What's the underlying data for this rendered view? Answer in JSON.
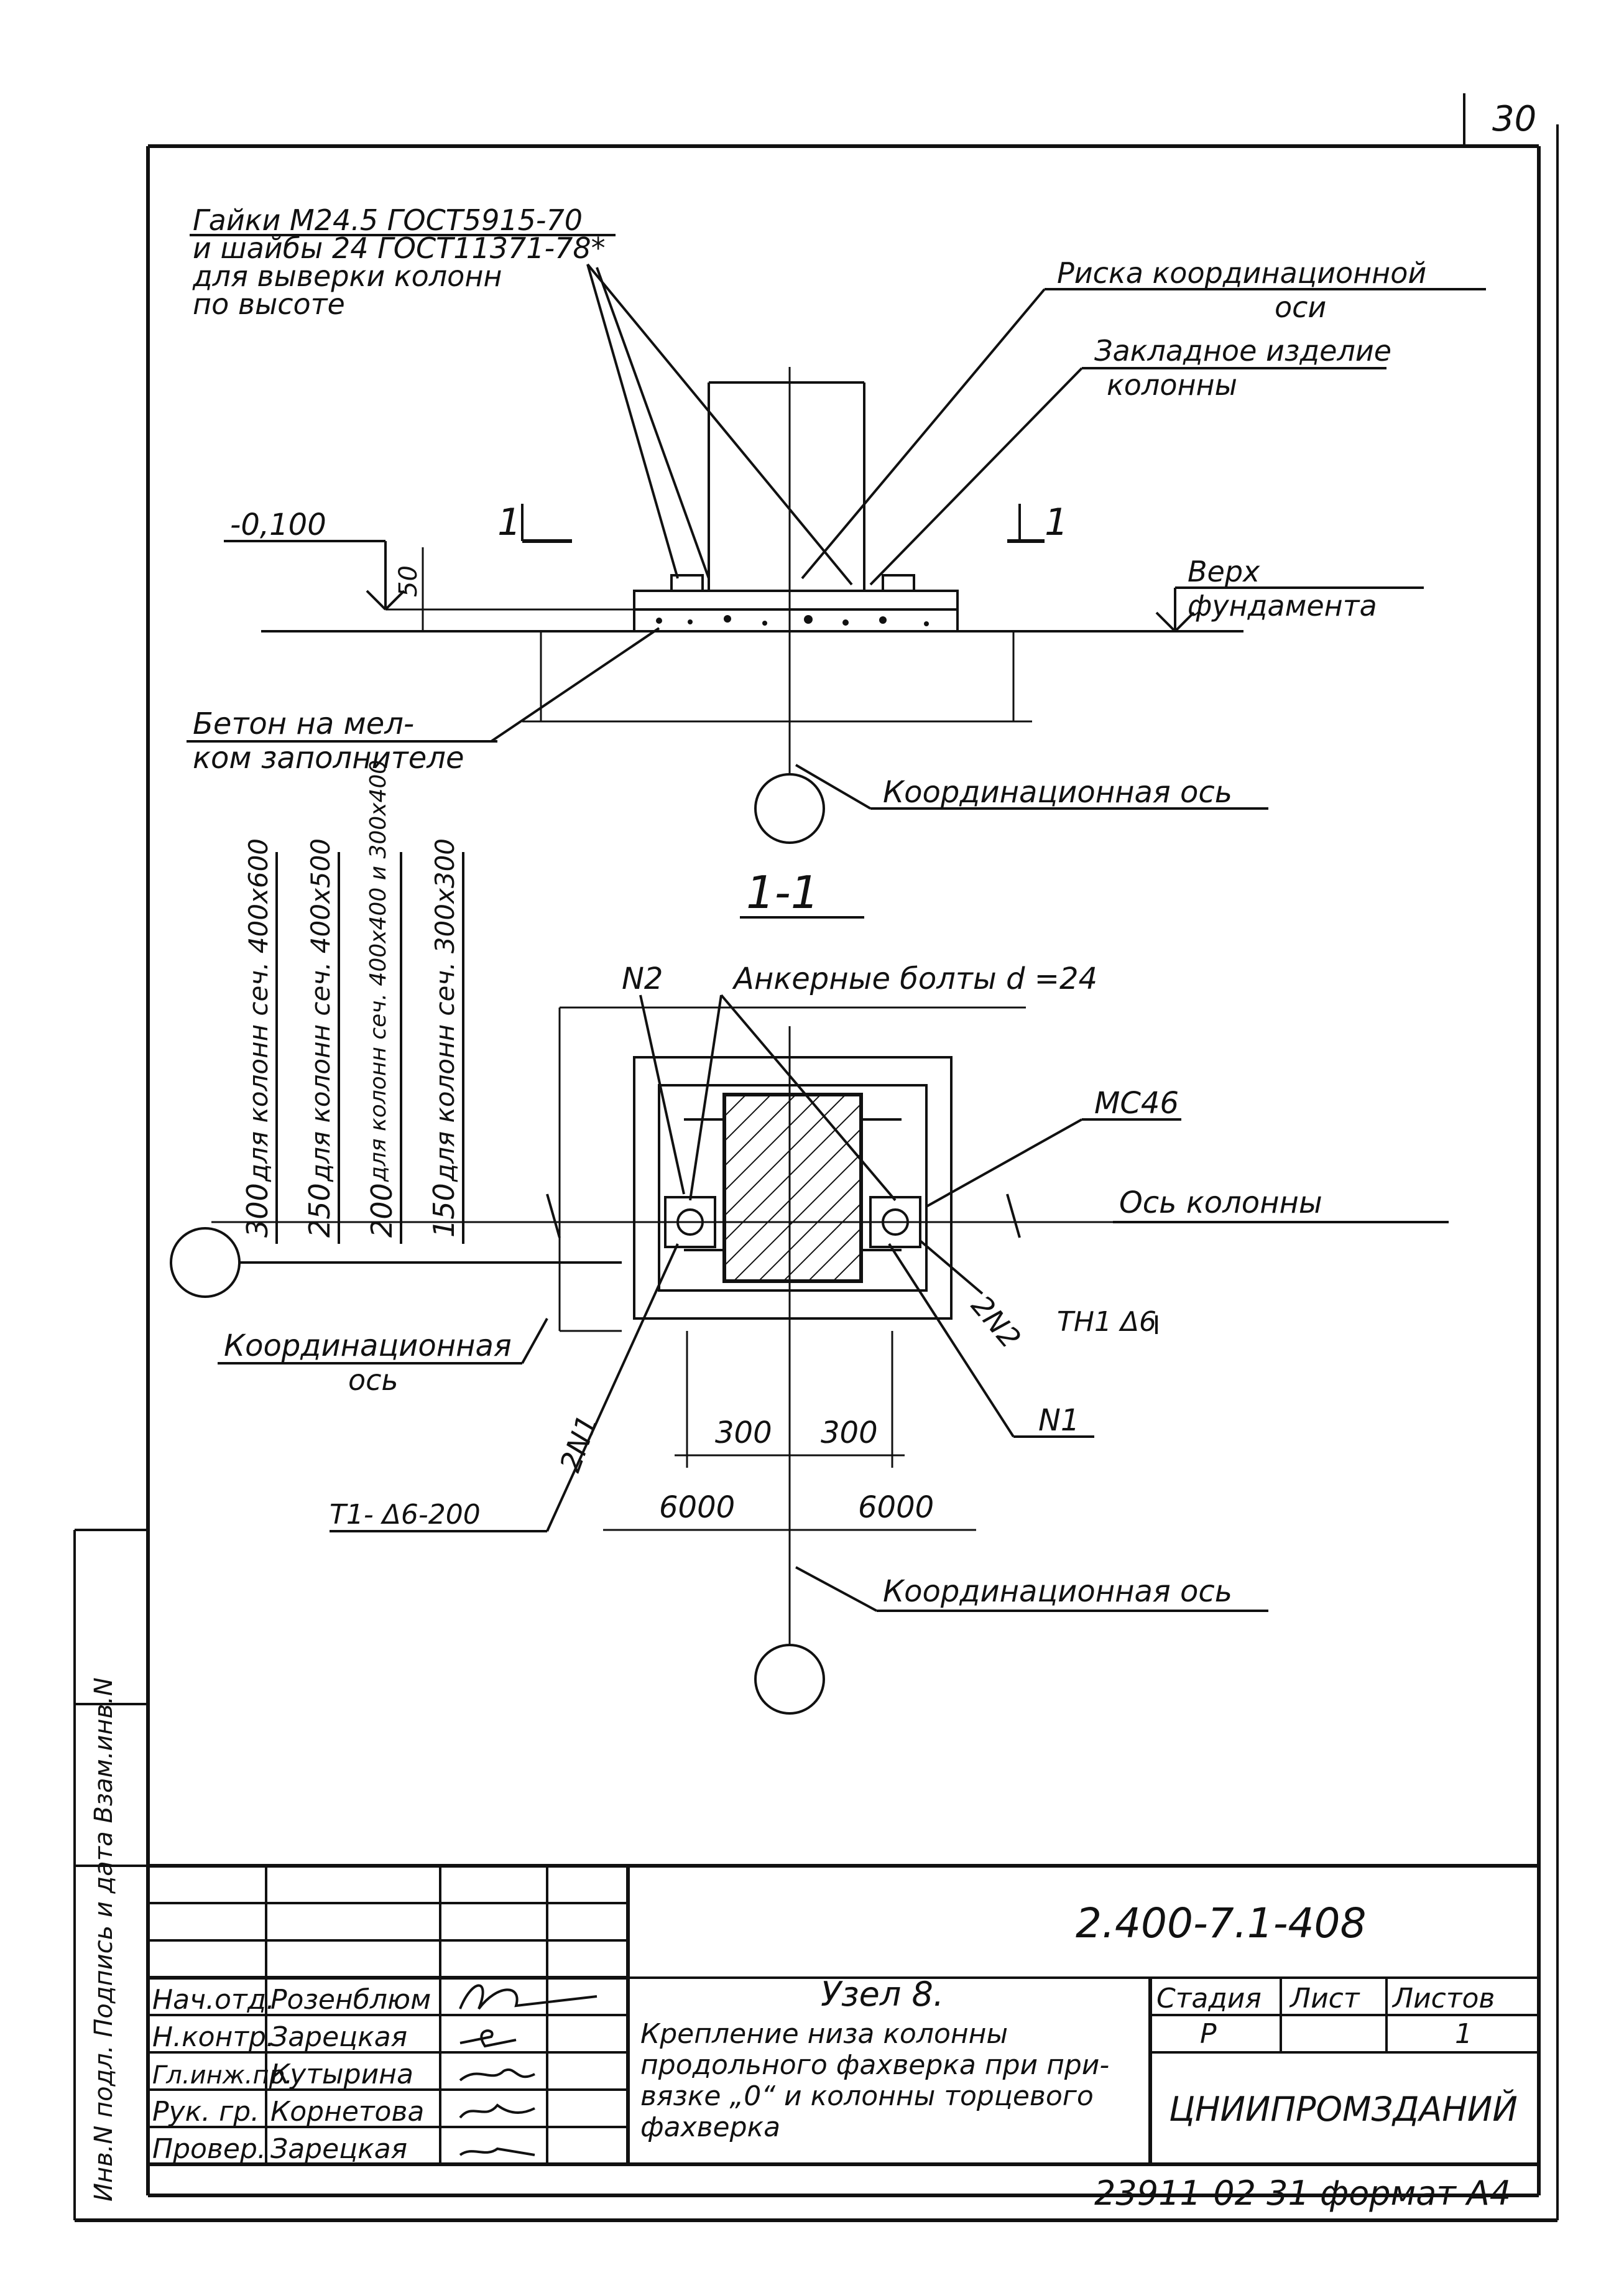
{
  "sheet": {
    "page_number": "30",
    "side_stamp": "Инв.N подл. Подпись и дата Взам.инв.N"
  },
  "top_view": {
    "nuts_note": [
      "Гайки М24.5 ГОСТ5915-70",
      "и шайбы 24 ГОСТ11371-78*",
      "для выверки колонн",
      "по высоте"
    ],
    "risk_label": [
      "Риска координационной",
      "оси"
    ],
    "embedded_label": [
      "Закладное изделие",
      "колонны"
    ],
    "level": "-0,100",
    "dim_50": "50",
    "section_mark": "1",
    "top_label": [
      "Верх",
      "фундамента"
    ],
    "concrete_label": [
      "Бетон на мел-",
      "ком заполнителе"
    ],
    "axis_label": "Координационная ось"
  },
  "section": {
    "title": "1-1",
    "n2": "N2",
    "anchor_label": "Анкерные болты d =24",
    "mc46": "МС46",
    "column_axis": "Ось колонны",
    "rotated_dims": [
      {
        "value": "300",
        "text": "для колонн сеч. 400х600"
      },
      {
        "value": "250",
        "text": "для колонн сеч. 400х500"
      },
      {
        "value": "200",
        "text": "для колонн сеч. 400х400 и 300х400"
      },
      {
        "value": "150",
        "text": "для колонн сеч. 300х300"
      }
    ],
    "coord_axis": [
      "Координационная",
      "ось"
    ],
    "n2_2": "2N2",
    "weld_1": "ТН1 Δ6",
    "n1_2": "2N1",
    "n1": "N1",
    "dim_300_left": "300",
    "dim_300_right": "300",
    "weld_2": "Т1- Δ6-200",
    "dim_6000_left": "6000",
    "dim_6000_right": "6000",
    "axis_label": "Координационная ось"
  },
  "title_block": {
    "code": "2.400-7.1-408",
    "roles": [
      {
        "role": "Нач.отд.",
        "name": "Розенблюм"
      },
      {
        "role": "Н.контр.",
        "name": "Зарецкая"
      },
      {
        "role": "Гл.инж.пр.",
        "name": "Кутырина"
      },
      {
        "role": "Рук. гр.",
        "name": "Корнетова"
      },
      {
        "role": "Провер.",
        "name": "Зарецкая"
      }
    ],
    "node_title": "Узел 8.",
    "description": [
      "Крепление низа колонны",
      "продольного фахверка при при-",
      "вязке „0“ и колонны торцевого",
      "фахверка"
    ],
    "stage_header": "Стадия",
    "sheet_header": "Лист",
    "sheets_header": "Листов",
    "stage": "Р",
    "sheets": "1",
    "org": "ЦНИИПРОМЗДАНИЙ",
    "footer": "23911-02 31 формат А4"
  }
}
